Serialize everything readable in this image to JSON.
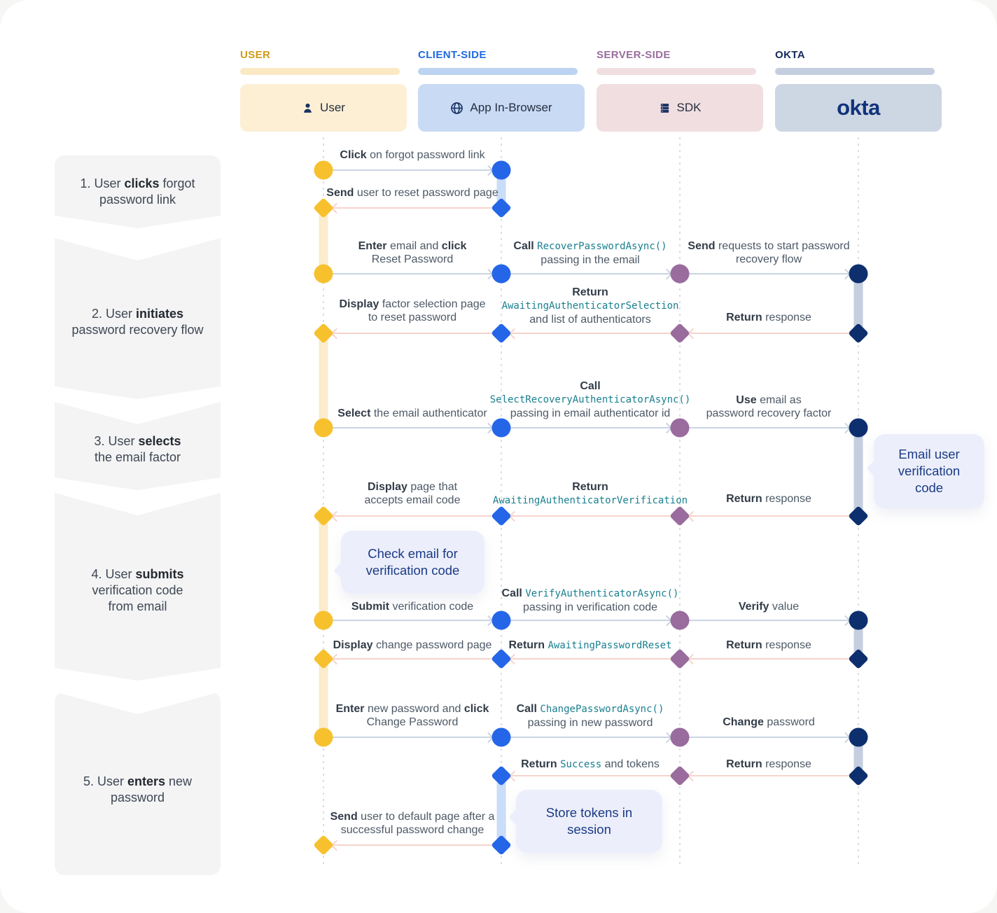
{
  "palette": {
    "user": "#F7C12E",
    "client": "#2566E8",
    "server": "#996C9D",
    "okta": "#0D2F6E",
    "user_bar": "#FAECCC",
    "client_bar": "#C9DCF8",
    "okta_bar": "#C5CEDE",
    "arrow_request": "#C9D5E3",
    "arrow_response": "#F6D3CB",
    "code_text": "#19808F",
    "tooltip_bg": "#ECEFFB"
  },
  "columns": [
    {
      "header": "USER",
      "header_color": "#D19B15",
      "bar_color": "#FBE9C4",
      "box_bg": "#FCEFD4",
      "box_label": "User",
      "icon": "person-icon"
    },
    {
      "header": "CLIENT-SIDE",
      "header_color": "#2069DF",
      "bar_color": "#BCD3F2",
      "box_bg": "#C9DAF5",
      "box_label": "App In-Browser",
      "icon": "globe-icon"
    },
    {
      "header": "SERVER-SIDE",
      "header_color": "#9A6D9E",
      "bar_color": "#F1DEE0",
      "box_bg": "#F1DEE1",
      "box_label": "SDK",
      "icon": "server-icon"
    },
    {
      "header": "OKTA",
      "header_color": "#14295E",
      "bar_color": "#C4CEDF",
      "box_bg": "#CDD6E3",
      "box_label": "okta",
      "icon": "okta-logo"
    }
  ],
  "steps": [
    {
      "segments": [
        {
          "t": "1. User "
        },
        {
          "t": "clicks",
          "s": "b"
        },
        {
          "t": " forgot"
        },
        {
          "br": true
        },
        {
          "t": "password link"
        }
      ]
    },
    {
      "segments": [
        {
          "t": "2. User "
        },
        {
          "t": "initiates",
          "s": "b"
        },
        {
          "br": true
        },
        {
          "t": "password recovery flow"
        }
      ]
    },
    {
      "segments": [
        {
          "t": "3. User "
        },
        {
          "t": "selects",
          "s": "b"
        },
        {
          "br": true
        },
        {
          "t": "the email factor"
        }
      ]
    },
    {
      "segments": [
        {
          "t": "4. User "
        },
        {
          "t": "submits",
          "s": "b"
        },
        {
          "br": true
        },
        {
          "t": "verification code"
        },
        {
          "br": true
        },
        {
          "t": "from email"
        }
      ]
    },
    {
      "segments": [
        {
          "t": "5. User "
        },
        {
          "t": "enters",
          "s": "b"
        },
        {
          "t": " new"
        },
        {
          "br": true
        },
        {
          "t": "password"
        }
      ]
    }
  ],
  "messages": [
    {
      "segments": [
        {
          "t": "Click",
          "s": "b"
        },
        {
          "t": " on forgot password link"
        }
      ]
    },
    {
      "segments": [
        {
          "t": "Send",
          "s": "b"
        },
        {
          "t": " user to reset password page"
        }
      ]
    },
    {
      "segments": [
        {
          "t": "Enter",
          "s": "b"
        },
        {
          "t": " email and "
        },
        {
          "t": "click",
          "s": "b"
        },
        {
          "br": true
        },
        {
          "t": "Reset Password"
        }
      ]
    },
    {
      "segments": [
        {
          "t": "Call",
          "s": "b"
        },
        {
          "t": " "
        },
        {
          "t": "RecoverPasswordAsync()",
          "s": "code"
        },
        {
          "br": true
        },
        {
          "t": "passing in the email"
        }
      ]
    },
    {
      "segments": [
        {
          "t": "Send",
          "s": "b"
        },
        {
          "t": " requests to start password"
        },
        {
          "br": true
        },
        {
          "t": "recovery flow"
        }
      ]
    },
    {
      "segments": [
        {
          "t": "Return",
          "s": "b"
        },
        {
          "br": true
        },
        {
          "t": "AwaitingAuthenticatorSelection",
          "s": "code"
        },
        {
          "br": true
        },
        {
          "t": "and list of authenticators"
        }
      ]
    },
    {
      "segments": [
        {
          "t": "Return",
          "s": "b"
        },
        {
          "t": " response"
        }
      ]
    },
    {
      "segments": [
        {
          "t": "Display",
          "s": "b"
        },
        {
          "t": " factor selection page"
        },
        {
          "br": true
        },
        {
          "t": "to reset password"
        }
      ]
    },
    {
      "segments": [
        {
          "t": "Select",
          "s": "b"
        },
        {
          "t": " the email authenticator"
        }
      ]
    },
    {
      "segments": [
        {
          "t": "Call",
          "s": "b"
        },
        {
          "br": true
        },
        {
          "t": "SelectRecoveryAuthenticatorAsync()",
          "s": "code"
        },
        {
          "br": true
        },
        {
          "t": "passing in email authenticator id"
        }
      ]
    },
    {
      "segments": [
        {
          "t": "Use",
          "s": "b"
        },
        {
          "t": " email as"
        },
        {
          "br": true
        },
        {
          "t": "password recovery factor"
        }
      ]
    },
    {
      "segments": [
        {
          "t": "Display",
          "s": "b"
        },
        {
          "t": " page that"
        },
        {
          "br": true
        },
        {
          "t": "accepts email code"
        }
      ]
    },
    {
      "segments": [
        {
          "t": "Return",
          "s": "b"
        },
        {
          "br": true
        },
        {
          "t": "AwaitingAuthenticatorVerification",
          "s": "code"
        }
      ]
    },
    {
      "segments": [
        {
          "t": "Return",
          "s": "b"
        },
        {
          "t": " response"
        }
      ]
    },
    {
      "segments": [
        {
          "t": "Submit",
          "s": "b"
        },
        {
          "t": " verification code"
        }
      ]
    },
    {
      "segments": [
        {
          "t": "Call",
          "s": "b"
        },
        {
          "t": " "
        },
        {
          "t": "VerifyAuthenticatorAsync()",
          "s": "code"
        },
        {
          "br": true
        },
        {
          "t": "passing in verification code"
        }
      ]
    },
    {
      "segments": [
        {
          "t": "Verify",
          "s": "b"
        },
        {
          "t": " value"
        }
      ]
    },
    {
      "segments": [
        {
          "t": "Display",
          "s": "b"
        },
        {
          "t": " change password page"
        }
      ]
    },
    {
      "segments": [
        {
          "t": "Return",
          "s": "b"
        },
        {
          "t": " "
        },
        {
          "t": "AwaitingPasswordReset",
          "s": "code"
        }
      ]
    },
    {
      "segments": [
        {
          "t": "Return",
          "s": "b"
        },
        {
          "t": " response"
        }
      ]
    },
    {
      "segments": [
        {
          "t": "Enter",
          "s": "b"
        },
        {
          "t": " new password and "
        },
        {
          "t": "click",
          "s": "b"
        },
        {
          "br": true
        },
        {
          "t": "Change Password"
        }
      ]
    },
    {
      "segments": [
        {
          "t": "Call",
          "s": "b"
        },
        {
          "t": " "
        },
        {
          "t": "ChangePasswordAsync()",
          "s": "code"
        },
        {
          "br": true
        },
        {
          "t": "passing in new password"
        }
      ]
    },
    {
      "segments": [
        {
          "t": "Change",
          "s": "b"
        },
        {
          "t": " password"
        }
      ]
    },
    {
      "segments": [
        {
          "t": "Return",
          "s": "b"
        },
        {
          "t": " "
        },
        {
          "t": "Success",
          "s": "code"
        },
        {
          "t": " and tokens"
        }
      ]
    },
    {
      "segments": [
        {
          "t": "Return",
          "s": "b"
        },
        {
          "t": " response"
        }
      ]
    },
    {
      "segments": [
        {
          "t": "Send",
          "s": "b"
        },
        {
          "t": " user to default page after a"
        },
        {
          "br": true
        },
        {
          "t": "successful password change"
        }
      ]
    }
  ],
  "tooltips": [
    {
      "segments": [
        {
          "t": "Email user"
        },
        {
          "br": true
        },
        {
          "t": "verification"
        },
        {
          "br": true
        },
        {
          "t": "code"
        }
      ]
    },
    {
      "segments": [
        {
          "t": "Check email for"
        },
        {
          "br": true
        },
        {
          "t": "verification code"
        }
      ]
    },
    {
      "segments": [
        {
          "t": "Store tokens in"
        },
        {
          "br": true
        },
        {
          "t": "session"
        }
      ]
    }
  ]
}
